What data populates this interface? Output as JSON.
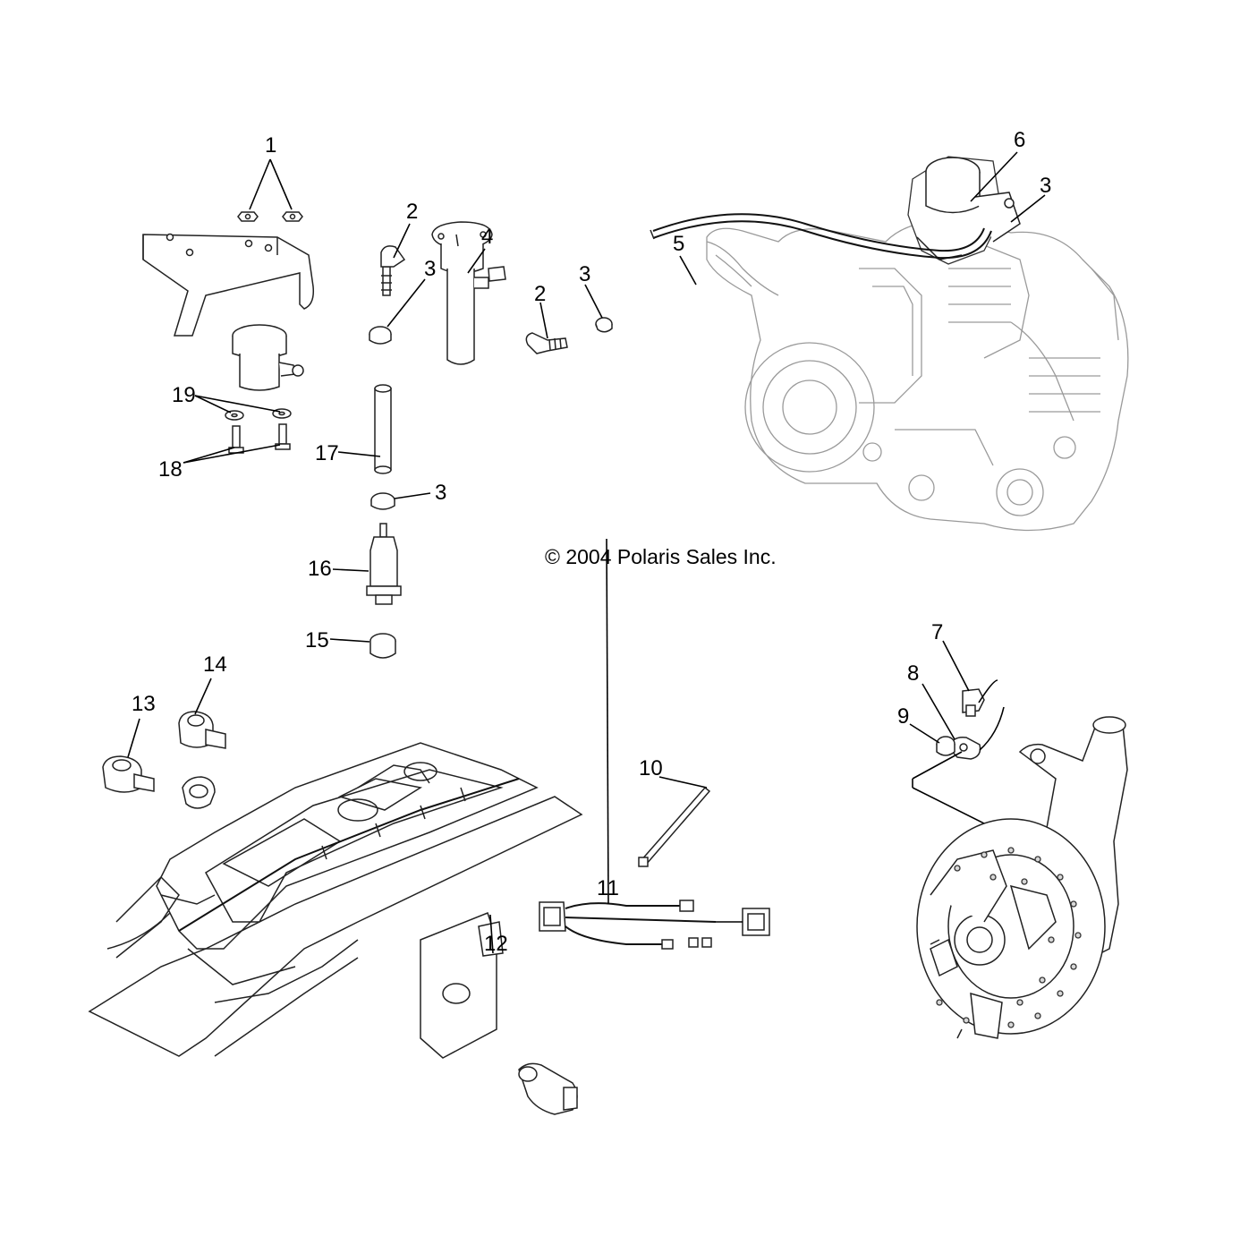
{
  "copyright": "© 2004 Polaris Sales Inc.",
  "callouts": [
    {
      "id": "1",
      "label": "1"
    },
    {
      "id": "2a",
      "label": "2"
    },
    {
      "id": "2b",
      "label": "2"
    },
    {
      "id": "3a",
      "label": "3"
    },
    {
      "id": "3b",
      "label": "3"
    },
    {
      "id": "3c",
      "label": "3"
    },
    {
      "id": "3d",
      "label": "3"
    },
    {
      "id": "4",
      "label": "4"
    },
    {
      "id": "5",
      "label": "5"
    },
    {
      "id": "6",
      "label": "6"
    },
    {
      "id": "7",
      "label": "7"
    },
    {
      "id": "8",
      "label": "8"
    },
    {
      "id": "9",
      "label": "9"
    },
    {
      "id": "10",
      "label": "10"
    },
    {
      "id": "11",
      "label": "11"
    },
    {
      "id": "12",
      "label": "12"
    },
    {
      "id": "13",
      "label": "13"
    },
    {
      "id": "14",
      "label": "14"
    },
    {
      "id": "15",
      "label": "15"
    },
    {
      "id": "16",
      "label": "16"
    },
    {
      "id": "17",
      "label": "17"
    },
    {
      "id": "18",
      "label": "18"
    },
    {
      "id": "19",
      "label": "19"
    }
  ]
}
